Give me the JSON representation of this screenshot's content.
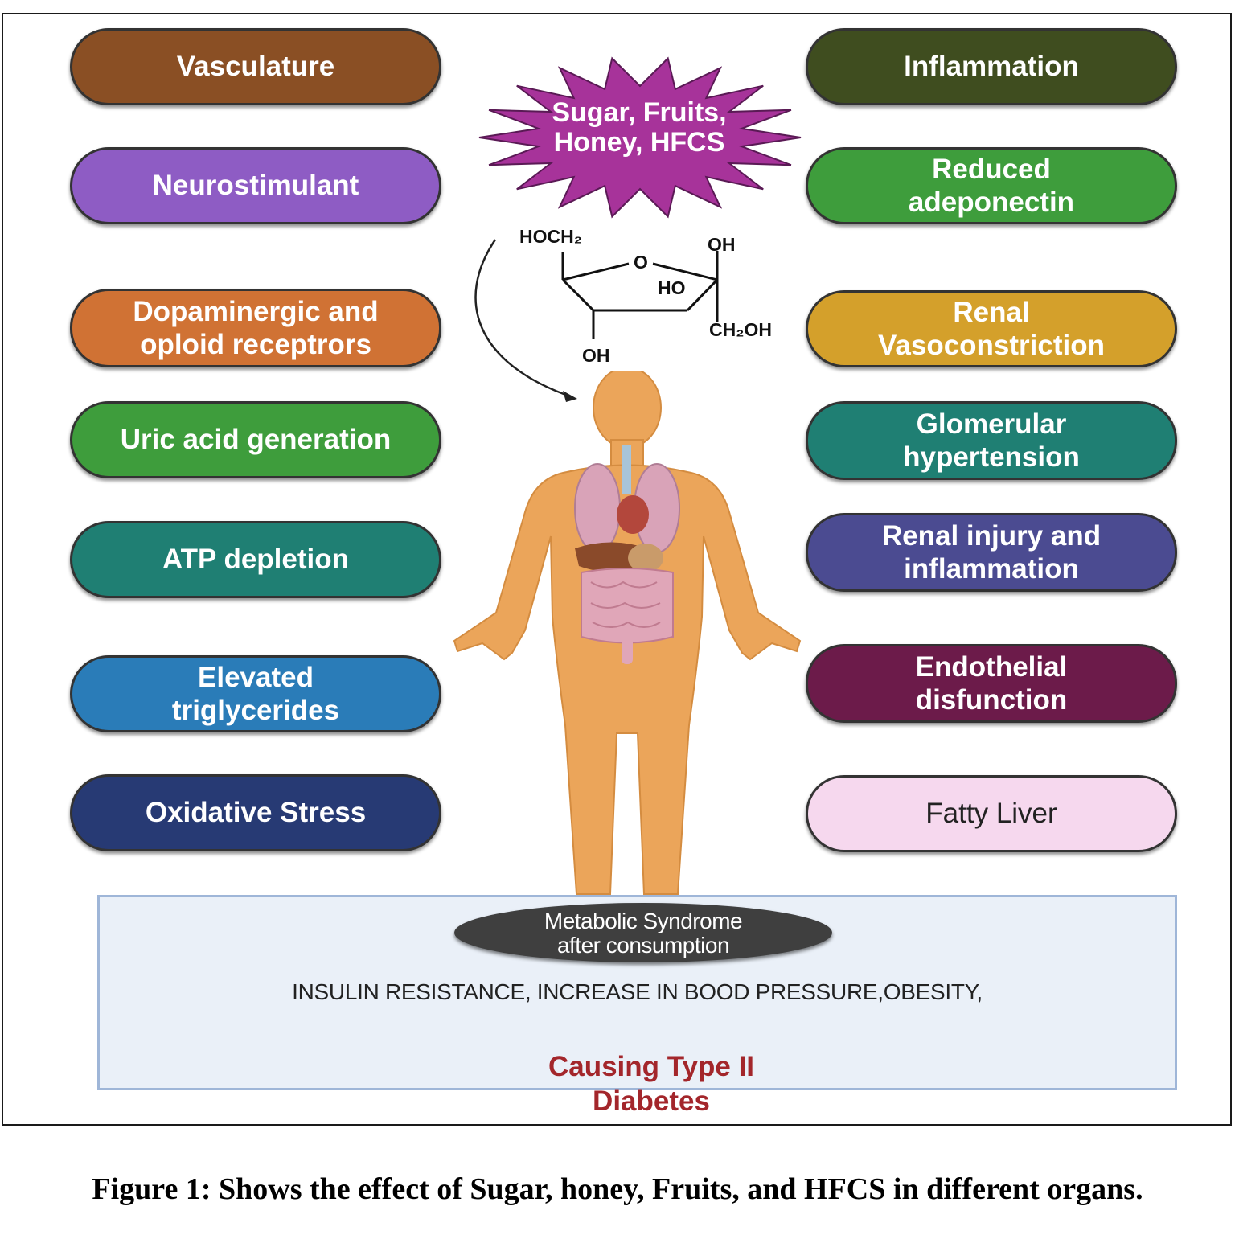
{
  "left_effects": [
    {
      "label": "Vasculature",
      "color": "#8a4f24"
    },
    {
      "label": "Neurostimulant",
      "color": "#8e5cc4"
    },
    {
      "label": "Dopaminergic and\noploid receptrors",
      "color": "#d07234"
    },
    {
      "label": "Uric acid generation",
      "color": "#3e9d3c"
    },
    {
      "label": "ATP depletion",
      "color": "#1f7f73"
    },
    {
      "label": "Elevated\ntriglycerides",
      "color": "#2a7cb8"
    },
    {
      "label": "Oxidative Stress",
      "color": "#273a74"
    }
  ],
  "right_effects": [
    {
      "label": "Inflammation",
      "color": "#3f4d1f"
    },
    {
      "label": "Reduced\nadeponectin",
      "color": "#3e9d3c"
    },
    {
      "label": "Renal\nVasoconstriction",
      "color": "#d4a02b"
    },
    {
      "label": "Glomerular\nhypertension",
      "color": "#1f7f73"
    },
    {
      "label": "Renal injury and\ninflammation",
      "color": "#4b4b91"
    },
    {
      "label": "Endothelial\ndisfunction",
      "color": "#6c1b4a"
    },
    {
      "label": "Fatty Liver",
      "color": "#f6d8ee"
    }
  ],
  "source": {
    "label": "Sugar, Fruits,\nHoney, HFCS",
    "color": "#a7339a"
  },
  "molecule": {
    "top_left": "HOCH₂",
    "top_right": "OH",
    "ring_oxygen": "O",
    "inner": "HO",
    "right": "CH₂OH",
    "bottom": "OH"
  },
  "syndrome": {
    "label": "Metabolic Syndrome\nafter consumption",
    "effects": "INSULIN RESISTANCE, INCREASE IN BOOD PRESSURE,OBESITY,",
    "outcome": "Causing Type II\nDiabetes"
  },
  "caption": "Figure 1: Shows the effect of Sugar, honey, Fruits, and HFCS in different organs."
}
